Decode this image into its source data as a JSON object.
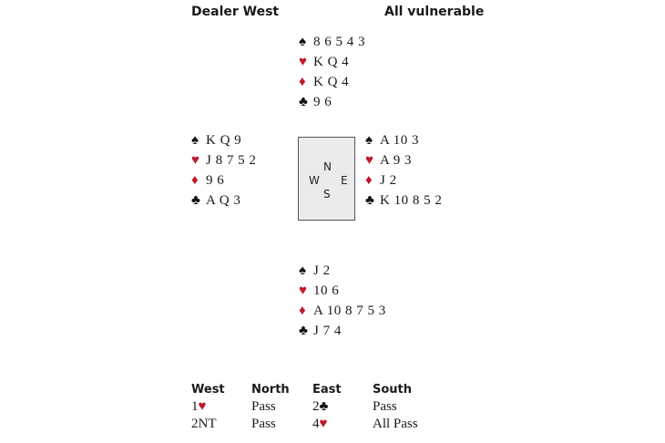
{
  "header": {
    "dealer": "Dealer West",
    "vulnerability": "All vulnerable"
  },
  "suits": {
    "spades": {
      "symbol": "♠",
      "color": "#111111"
    },
    "hearts": {
      "symbol": "♥",
      "color": "#c0182a"
    },
    "diamonds": {
      "symbol": "♦",
      "color": "#c0182a"
    },
    "clubs": {
      "symbol": "♣",
      "color": "#111111"
    }
  },
  "hands": {
    "north": {
      "spades": "8 6 5 4 3",
      "hearts": "K Q 4",
      "diamonds": "K Q 4",
      "clubs": "9 6"
    },
    "west": {
      "spades": "K Q 9",
      "hearts": "J 8 7 5 2",
      "diamonds": "9 6",
      "clubs": "A Q 3"
    },
    "east": {
      "spades": "A 10 3",
      "hearts": "A 9 3",
      "diamonds": "J 2",
      "clubs": "K 10 8 5 2"
    },
    "south": {
      "spades": "J 2",
      "hearts": "10 6",
      "diamonds": "A 10 8 7 5 3",
      "clubs": "J 7 4"
    }
  },
  "compass": {
    "n": "N",
    "w": "W",
    "e": "E",
    "s": "S"
  },
  "auction": {
    "headers": {
      "west": "West",
      "north": "North",
      "east": "East",
      "south": "South"
    },
    "rounds": [
      {
        "west": {
          "level": "1",
          "suit": "♥"
        },
        "north": "Pass",
        "east": {
          "level": "2",
          "suit": "♣"
        },
        "south": "Pass"
      },
      {
        "west": {
          "level": "2NT",
          "suit": ""
        },
        "north": "Pass",
        "east": {
          "level": "4",
          "suit": "♥"
        },
        "south": "All Pass"
      }
    ]
  }
}
